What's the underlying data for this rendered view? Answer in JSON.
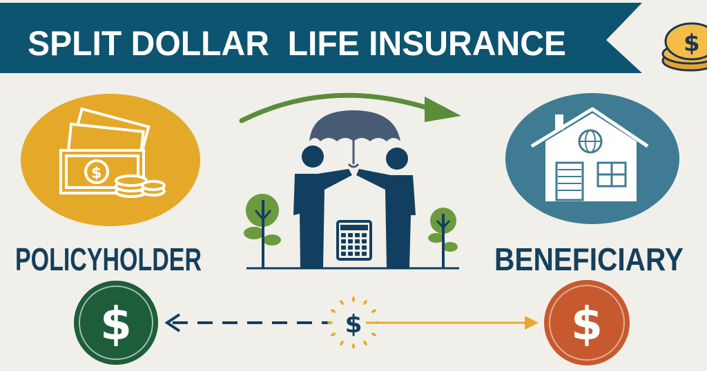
{
  "banner": {
    "title": "SPLIT DOLLAR  LIFE INSURANCE",
    "color": "#0d5470"
  },
  "left": {
    "label": "POLICYHOLDER",
    "icon": "cash-and-coins-icon",
    "color": "#e5a92a"
  },
  "right": {
    "label": "BENEFICIARY",
    "icon": "house-icon",
    "color": "#3f7b92"
  },
  "center": {
    "icons": [
      "two-people-sharing-umbrella-icon",
      "calculator-icon",
      "tree-icon"
    ],
    "arrow_color": "#5b8c3a"
  },
  "flow": {
    "center_symbol": "$",
    "left_coin_symbol": "$",
    "right_coin_symbol": "$",
    "left_coin_color": "#1d5d3a",
    "right_coin_color": "#c65a2e",
    "line_color": "#e8a92b"
  },
  "corner_coins": {
    "symbol": "$",
    "color": "#f0b640"
  }
}
